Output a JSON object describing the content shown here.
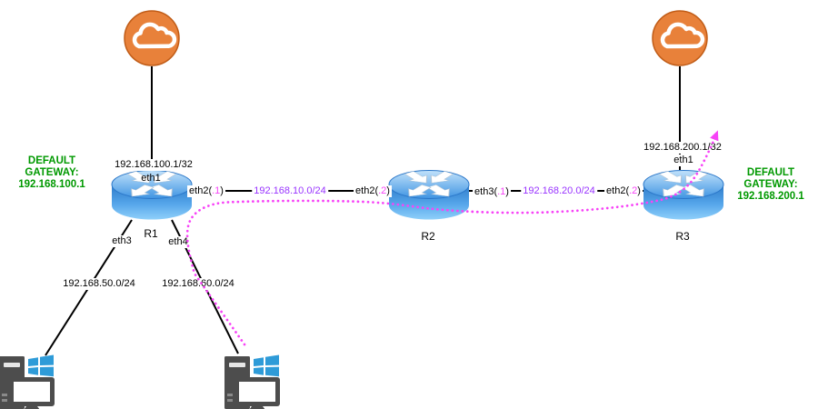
{
  "diagram_type": "network-topology",
  "gateway_left": {
    "l1": "DEFAULT",
    "l2": "GATEWAY:",
    "l3": "192.168.100.1"
  },
  "gateway_right": {
    "l1": "DEFAULT",
    "l2": "GATEWAY:",
    "l3": "192.168.200.1"
  },
  "routers": {
    "r1": {
      "name": "R1",
      "loopback": "192.168.100.1/32",
      "eth1": "eth1",
      "eth3": "eth3",
      "eth4": "eth4",
      "eth2_prefix": "eth2(",
      "eth2_accent": ".1",
      "eth2_suffix": ")"
    },
    "r2": {
      "name": "R2",
      "eth2_prefix": "eth2(",
      "eth2_accent": ".2",
      "eth2_suffix": ")",
      "eth3_prefix": "eth3(",
      "eth3_accent": ".1",
      "eth3_suffix": ")"
    },
    "r3": {
      "name": "R3",
      "loopback": "192.168.200.1/32",
      "eth1": "eth1",
      "eth2_prefix": "eth2(",
      "eth2_accent": ".2",
      "eth2_suffix": ")"
    }
  },
  "subnets": {
    "r1_r2": "192.168.10.0/24",
    "r2_r3": "192.168.20.0/24",
    "lan_left": "192.168.50.0/24",
    "lan_right": "192.168.60.0/24"
  },
  "icons": [
    "cloud-icon",
    "router-icon",
    "pc-icon",
    "windows-logo-icon",
    "traffic-path-arrow-icon"
  ],
  "colors": {
    "gateway_text": "#009900",
    "subnet_text": "#9933FF",
    "accent_and_path": "#F743F7",
    "router_blue": "#4E9FE6",
    "cloud_orange": "#E8813A",
    "pc_gray": "#4D4D4D",
    "windows_blue": "#2E9BD8",
    "wire_black": "#000000"
  }
}
